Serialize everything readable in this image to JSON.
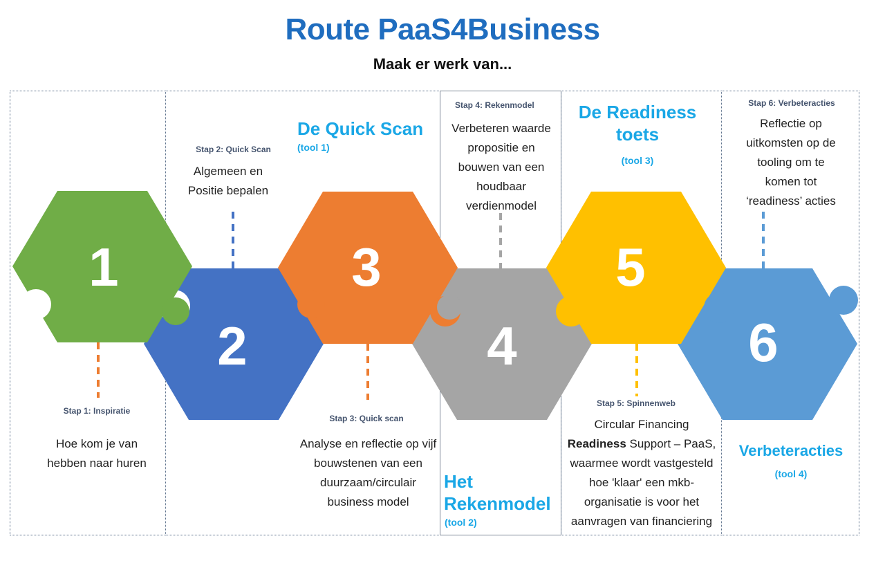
{
  "header": {
    "title": "Route PaaS4Business",
    "subtitle": "Maak er werk van..."
  },
  "colors": {
    "step1": "#70ad47",
    "step2": "#4472c4",
    "step3": "#ed7d31",
    "step4": "#a5a5a5",
    "step5": "#ffc000",
    "step6": "#5b9bd5",
    "title": "#1f6dbf",
    "tool": "#1aa7e6"
  },
  "steps": [
    {
      "number": "1",
      "label": "Stap 1: Inspiratie",
      "desc": [
        "Hoe kom je van",
        "hebben naar huren"
      ]
    },
    {
      "number": "2",
      "label": "Stap 2: Quick Scan",
      "desc": [
        "Algemeen en",
        "Positie bepalen"
      ]
    },
    {
      "number": "3",
      "label": "Stap 3: Quick scan",
      "desc": [
        "Analyse en reflectie op vijf",
        "bouwstenen van een",
        "duurzaam/circulair",
        "business model"
      ]
    },
    {
      "number": "4",
      "label": "Stap 4: Rekenmodel",
      "desc": [
        "Verbeteren waarde",
        "propositie en",
        "bouwen van  een",
        "houdbaar",
        "verdienmodel"
      ]
    },
    {
      "number": "5",
      "label": "Stap 5: Spinnenweb",
      "desc_bold": "Readiness",
      "desc": [
        "Circular Financing",
        " Support – PaaS,",
        "waarmee wordt vastgesteld",
        "hoe 'klaar' een mkb-",
        "organisatie is voor het",
        "aanvragen van financiering"
      ]
    },
    {
      "number": "6",
      "label": "Stap 6: Verbeteracties",
      "desc": [
        "Reflectie op",
        "uitkomsten op de",
        "tooling om te",
        "komen tot",
        "‘readiness’ acties"
      ]
    }
  ],
  "tools": {
    "quick_scan": {
      "title": "De Quick Scan",
      "sub": "(tool 1)"
    },
    "rekenmodel": {
      "title1": "Het",
      "title2": "Rekenmodel",
      "sub": "(tool 2)"
    },
    "readiness": {
      "title1": "De Readiness",
      "title2": "toets",
      "sub": "(tool 3)"
    },
    "verbeteracties": {
      "title": "Verbeteracties",
      "sub": "(tool 4)"
    }
  }
}
